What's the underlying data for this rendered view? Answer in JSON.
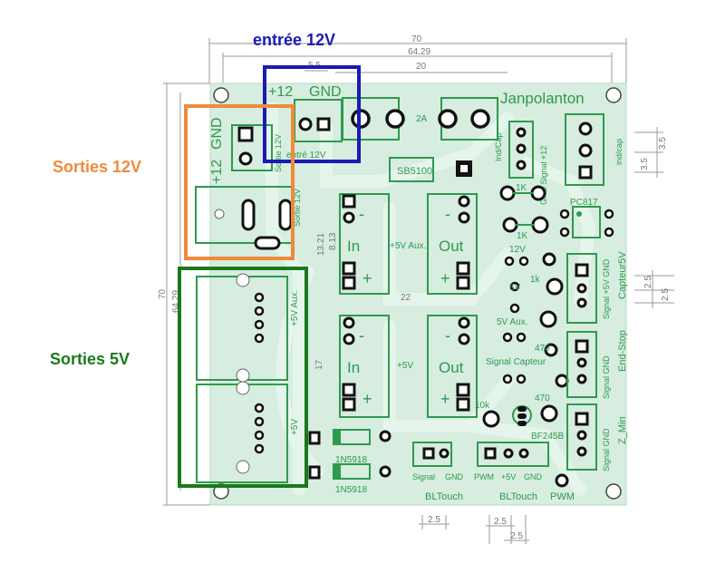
{
  "callouts": {
    "input_12v": "entrée 12V",
    "outputs_12v": "Sorties 12V",
    "outputs_5v": "Sorties 5V"
  },
  "dimensions": {
    "width_total": "70",
    "width_inner": "64.29",
    "width_mid": "20",
    "small_top": "5.5",
    "height_total": "70",
    "height_inner": "64.29",
    "reg_width": "22",
    "reg_h1": "13.21",
    "reg_h2": "8.13",
    "reg_h3": "17",
    "right_3_5a": "3.5",
    "right_3_5b": "3.5",
    "right_2_5a": "2.5",
    "right_2_5b": "2.5",
    "bottom_2_5a": "2.5",
    "bottom_2_5b": "2.5",
    "bottom_2_5c": "2.5"
  },
  "board": {
    "author": "Janpolanton",
    "input_plus": "+12",
    "input_gnd": "GND",
    "input_label": "entré 12V",
    "input_label_v": "Sortie 12V",
    "out12_plus": "+12",
    "out12_gnd": "GND",
    "out12_side": "Sortie 12V",
    "fuse": "2A",
    "diode": "SB5100",
    "reg1_in": "In",
    "reg1_out": "Out",
    "reg1_label": "+5V Aux.",
    "reg2_in": "In",
    "reg2_out": "Out",
    "reg2_label": "+5V",
    "minus": "-",
    "plus": "+",
    "out5_aux": "+5V Aux.",
    "out5_main": "+5V",
    "indcap_left": "Ind/Cap",
    "gnd_signal_12": "GND Signal +12",
    "indcap_right": "ind/cap",
    "optocoupler": "PC817",
    "r1k_a": "1K",
    "r1k_b": "1K",
    "r1k_c": "1k",
    "led_12v": "12V",
    "led_5v": "5V",
    "led_5vaux": "5V Aux.",
    "signal_capteur": "Signal Capteur",
    "r470_a": "470",
    "r470_b": "470",
    "r10k": "10k",
    "transistor": "BF245B",
    "capteur_pins": "Signal  +5V  GND",
    "capteur_label": "Capteur5V",
    "endstop_pins": "Signal      GND",
    "endstop_label": "End-Stop",
    "zmin_pins": "Signal      GND",
    "zmin_label": "Z_Min",
    "diode_a": "1N5918",
    "diode_b": "1N5918",
    "bltouch_sig": "Signal",
    "bltouch_gnd": "GND",
    "bltouch_a": "BLTouch",
    "bltouch_pwm": "PWM",
    "bltouch_5v": "+5V",
    "bltouch_gnd2": "GND",
    "bltouch_b": "BLTouch",
    "pwm": "PWM"
  },
  "colors": {
    "board": "#d6ede0",
    "silk": "#2f9a4c",
    "pad": "#111111",
    "input_box": "#1a1ab4",
    "out12_box": "#f08a3c",
    "out5_box": "#1a7a1a",
    "dim": "#888888"
  }
}
